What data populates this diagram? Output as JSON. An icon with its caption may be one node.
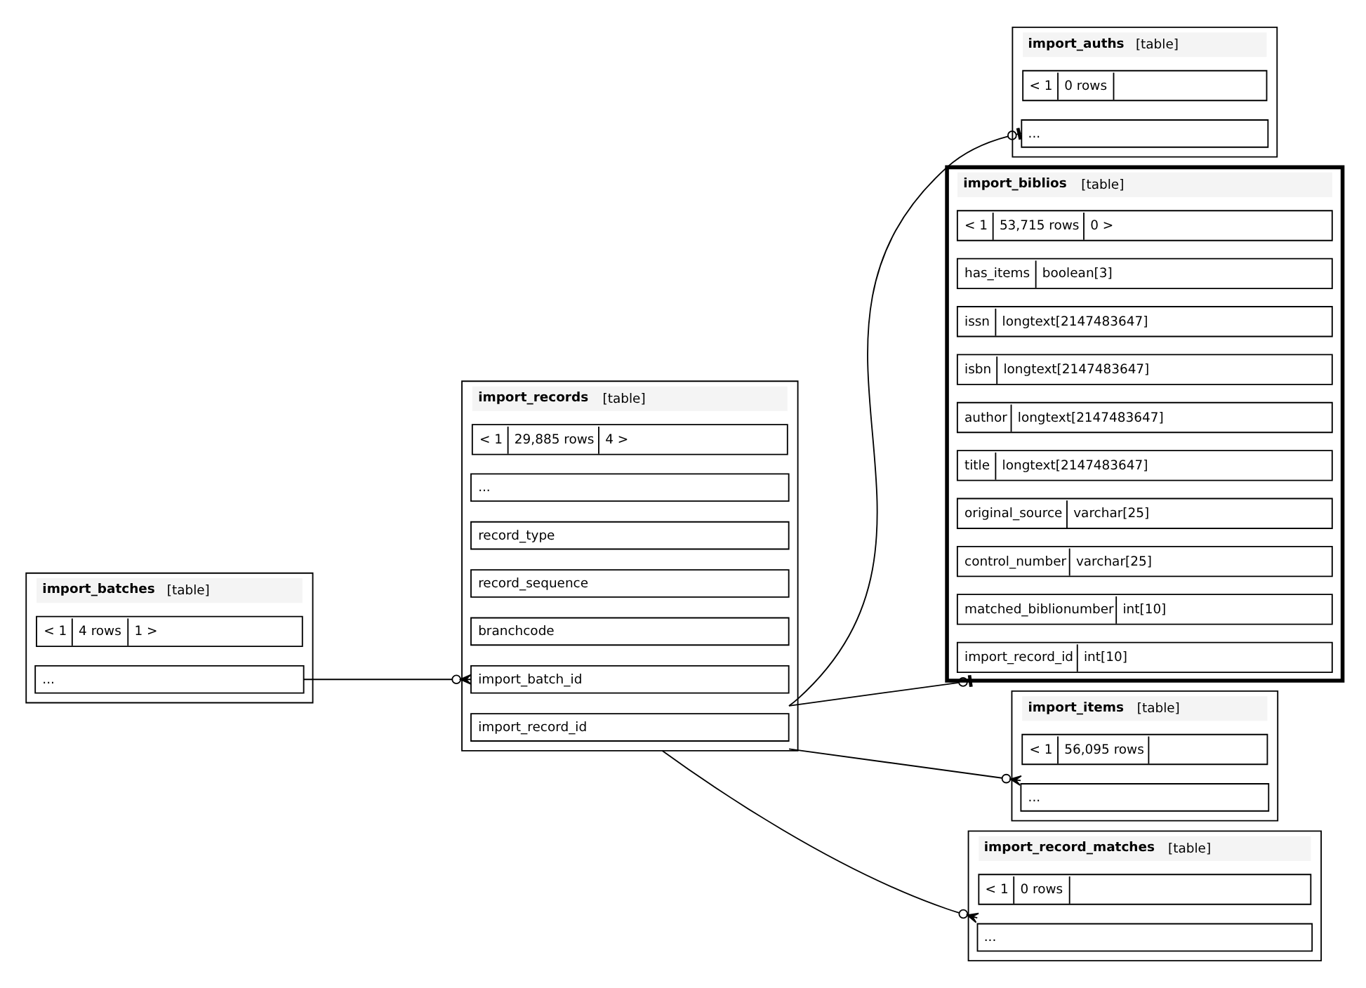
{
  "diagram": {
    "nodes": [
      {
        "text": [
          "import_auths",
          "[table]"
        ]
      },
      {
        "text": [
          "..."
        ],
        "in": 0
      },
      {
        "text": [
          "< 1",
          "0 rows"
        ],
        "in": 0
      },
      {
        "text": [
          "import_biblios",
          "[table]"
        ]
      },
      {
        "text": [
          "import_record_id",
          "int[10]"
        ],
        "in": 3
      },
      {
        "text": [
          "matched_biblionumber",
          "int[10]"
        ],
        "in": 3
      },
      {
        "text": [
          "control_number",
          "varchar[25]"
        ],
        "in": 3
      },
      {
        "text": [
          "original_source",
          "varchar[25]"
        ],
        "in": 3
      },
      {
        "text": [
          "title",
          "longtext[2147483647]"
        ],
        "in": 3
      },
      {
        "text": [
          "author",
          "longtext[2147483647]"
        ],
        "in": 3
      },
      {
        "text": [
          "isbn",
          "longtext[2147483647]"
        ],
        "in": 3
      },
      {
        "text": [
          "issn",
          "longtext[2147483647]"
        ],
        "in": 3
      },
      {
        "text": [
          "has_items",
          "boolean[3]"
        ],
        "in": 3
      },
      {
        "text": [
          "< 1",
          "53,715 rows",
          "0 >"
        ],
        "in": 3
      },
      {
        "text": [
          "import_batches",
          "[table]"
        ]
      },
      {
        "text": [
          "..."
        ],
        "in": 14
      },
      {
        "text": [
          "< 1",
          "4 rows",
          "1 >"
        ],
        "in": 14
      },
      {
        "text": [
          "import_records",
          "[table]"
        ]
      },
      {
        "text": [
          "import_record_id"
        ],
        "in": 17
      },
      {
        "text": [
          "import_batch_id"
        ],
        "in": 17
      },
      {
        "text": [
          "branchcode"
        ],
        "in": 17
      },
      {
        "text": [
          "record_sequence"
        ],
        "in": 17
      },
      {
        "text": [
          "record_type"
        ],
        "in": 17
      },
      {
        "text": [
          "..."
        ],
        "in": 17
      },
      {
        "text": [
          "< 1",
          "29,885 rows",
          "4 >"
        ],
        "in": 17
      },
      {
        "text": [
          "import_items",
          "[table]"
        ]
      },
      {
        "text": [
          "..."
        ],
        "in": 25
      },
      {
        "text": [
          "< 1",
          "56,095 rows"
        ],
        "in": 25
      },
      {
        "text": [
          "import_record_matches",
          "[table]"
        ]
      },
      {
        "text": [
          "..."
        ],
        "in": 28
      },
      {
        "text": [
          "< 1",
          "0 rows"
        ],
        "in": 28
      }
    ],
    "edges": [
      {
        "from": 15,
        "to": 19,
        "arrow": "other"
      },
      {
        "from": 18,
        "to": 1,
        "arrow": "other"
      },
      {
        "from": 18,
        "to": 4,
        "arrow": "other"
      },
      {
        "from": 18,
        "to": 26,
        "arrow": "other"
      },
      {
        "from": 18,
        "to": 29,
        "arrow": "other"
      }
    ]
  }
}
